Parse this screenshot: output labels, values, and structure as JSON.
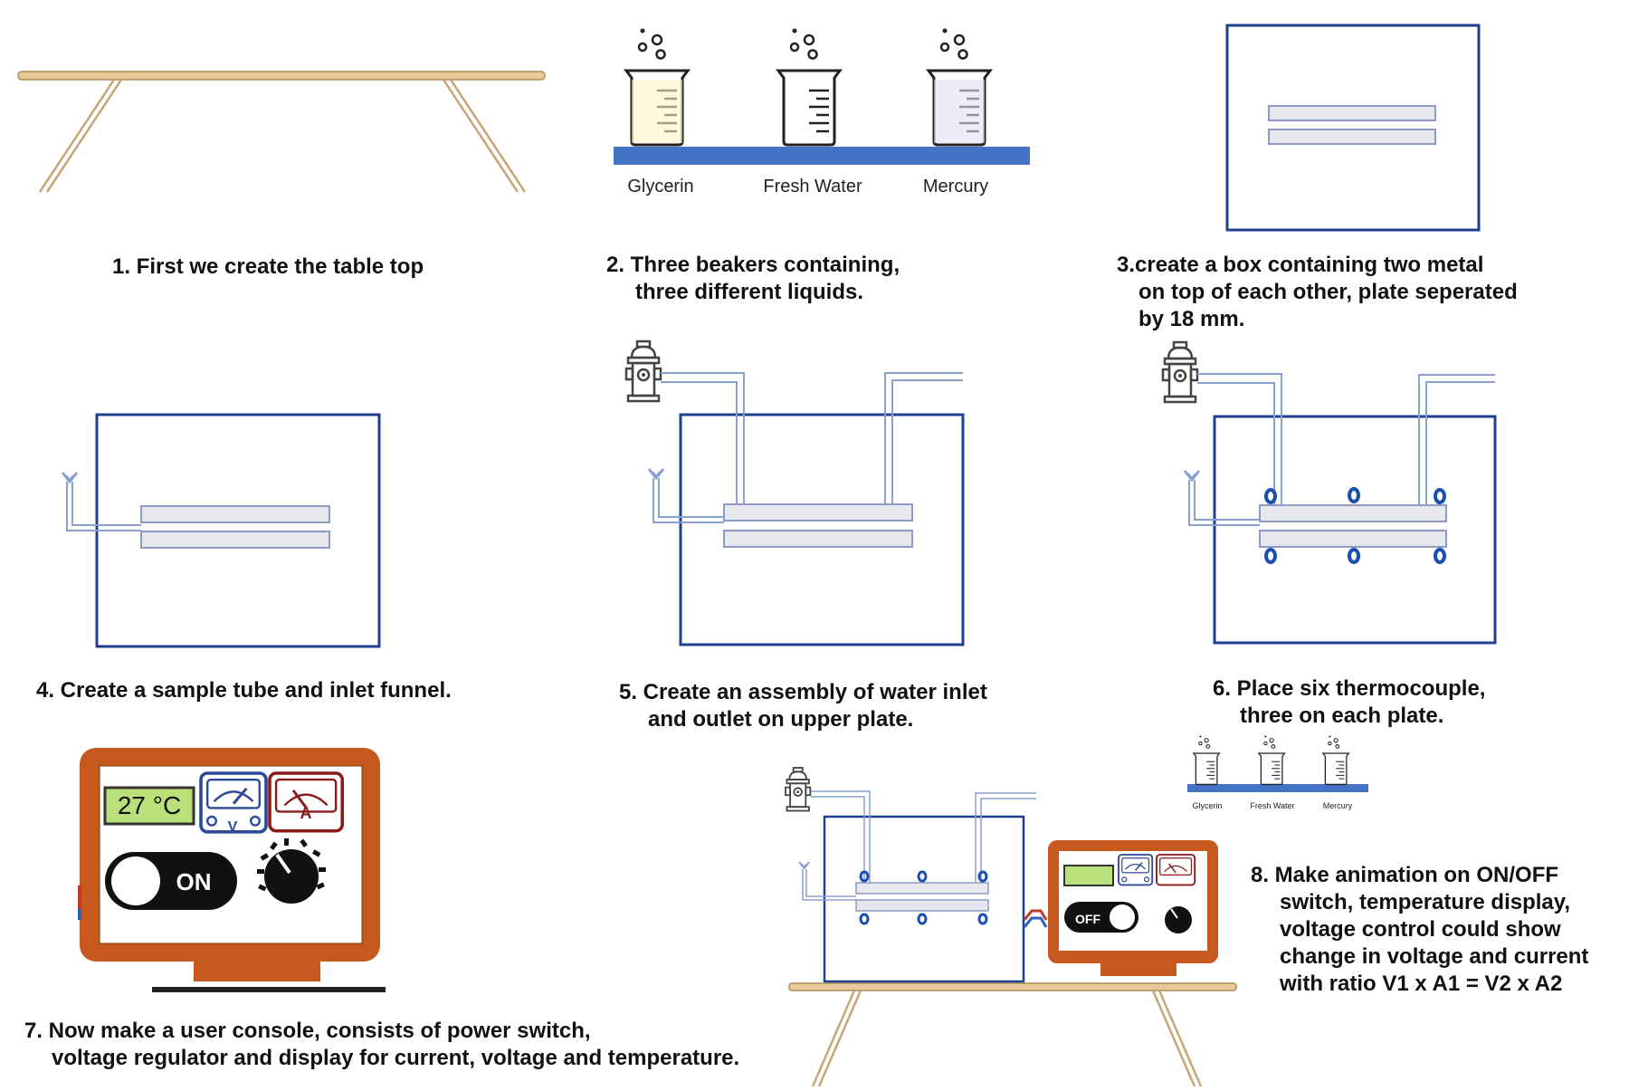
{
  "steps": [
    {
      "n": 1,
      "lines": [
        "1. First we create the table top"
      ]
    },
    {
      "n": 2,
      "lines": [
        "2. Three beakers containing,",
        "three different liquids."
      ]
    },
    {
      "n": 3,
      "lines": [
        "3.create a box containing two metal",
        "on top of each other, plate seperated",
        "by 18 mm."
      ]
    },
    {
      "n": 4,
      "lines": [
        "4. Create a sample tube and inlet funnel."
      ]
    },
    {
      "n": 5,
      "lines": [
        "5. Create an assembly of water inlet",
        "and outlet on upper plate."
      ]
    },
    {
      "n": 6,
      "lines": [
        "6. Place six thermocouple,",
        "three on each plate."
      ]
    },
    {
      "n": 7,
      "lines": [
        "7. Now make a user console, consists of power switch,",
        "voltage regulator and display for current, voltage and temperature."
      ]
    },
    {
      "n": 8,
      "lines": [
        "8. Make animation on ON/OFF",
        "switch, temperature display,",
        "voltage control could show",
        "change in voltage and current",
        "with ratio V1 x A1 = V2 x A2"
      ]
    }
  ],
  "liquids": [
    "Glycerin",
    "Fresh  Water",
    "Mercury"
  ],
  "liquids_small": [
    "Glycerin",
    "Fresh Water",
    "Mercury"
  ],
  "console": {
    "temperature": "27 °C",
    "switch_on": "ON",
    "switch_off": "OFF",
    "voltmeter_symbol": "V",
    "ammeter_symbol": "A"
  },
  "colors": {
    "box": "#1f3f8f",
    "pipe": "#8aa0d0",
    "shelf": "#4472c4",
    "console": "#c65a1e",
    "table": "#e8c99a",
    "lcd": "#b9e07a",
    "thermocouple": "#1a4fb0"
  }
}
